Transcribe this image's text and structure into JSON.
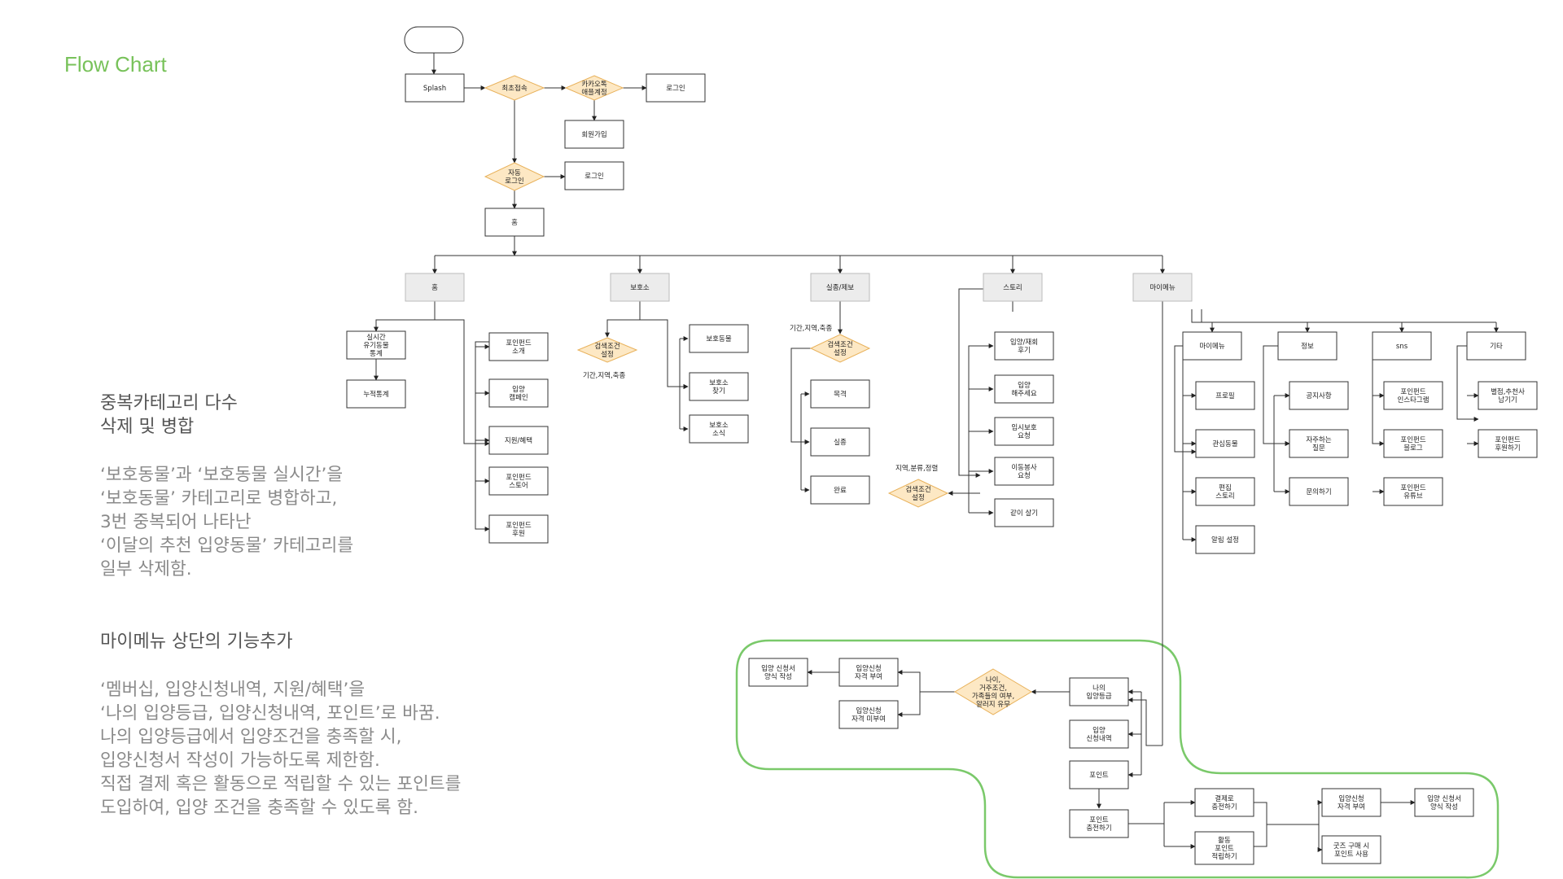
{
  "page": {
    "title": "Flow Chart"
  },
  "notes": [
    {
      "heading": "중복카테고리 다수\n삭제 및 병합",
      "body": "‘보호동물’과 ‘보호동물 실시간’을\n‘보호동물’ 카테고리로 병합하고,\n3번 중복되어 나타난\n‘이달의 추천 입양동물’ 카테고리를\n일부 삭제함."
    },
    {
      "heading": "마이메뉴 상단의 기능추가",
      "body": "‘멤버십, 입양신청내역, 지원/혜택’을\n‘나의 입양등급, 입양신청내역, 포인트’로 바꿈.\n나의 입양등급에서 입양조건을 충족할 시,\n입양신청서 작성이 가능하도록 제한함.\n직접 결제 혹은 활동으로 적립할 수 있는 포인트를\n도입하여, 입양 조건을 충족할 수 있도록 함."
    }
  ],
  "colors": {
    "accent": "#78c25a",
    "decision_fill": "#fde8c4",
    "decision_stroke": "#e8b15a",
    "highlight_outline": "#7ac96a",
    "category_fill": "#ececec"
  },
  "flow": {
    "start": "",
    "splash": "Splash",
    "first_access": "최초접속",
    "kakao": "카카오톡\n애플계정",
    "login": "로그인",
    "signup": "회원가입",
    "auto_login": "자동\n로그인",
    "login2": "로그인",
    "home": "홈",
    "categories": [
      "홈",
      "보호소",
      "실종/제보",
      "스토리",
      "마이메뉴"
    ],
    "home_children": [
      "실시간\n유기동물\n통계",
      "누적통계",
      "포인펀드\n소개",
      "입양\n캠페인",
      "지원/혜택",
      "포인펀드\n스토어",
      "포인펀드\n후원"
    ],
    "shelter_decision": "검색조건\n설정",
    "shelter_decision_label": "기간,지역,축종",
    "shelter_children": [
      "보호동물",
      "보호소\n찾기",
      "보호소\n소식"
    ],
    "missing_label": "기간,지역,축종",
    "missing_decision": "검색조건\n설정",
    "missing_children": [
      "목격",
      "실종",
      "완료"
    ],
    "story_children": [
      "입양/재회\n후기",
      "입양\n해주세요",
      "임시보호\n요청",
      "이동봉사\n요청",
      "같이 살기"
    ],
    "story_decision": "검색조건\n설정",
    "story_decision_label": "지역,분류,정렬",
    "mymenu_groups": [
      "마이메뉴",
      "정보",
      "sns",
      "기타"
    ],
    "mymenu_children": [
      "프로필",
      "관심동물",
      "편집\n스토리",
      "알림 설정"
    ],
    "info_children": [
      "공지사항",
      "자주하는\n질문",
      "문의하기"
    ],
    "sns_children": [
      "포인펀드\n인스타그램",
      "포인펀드\n블로그",
      "포인펀드\n유튜브"
    ],
    "etc_children": [
      "별점,추천사\n남기기",
      "포인펀드\n후원하기"
    ],
    "grade_children": [
      "나의\n입양등급",
      "입양\n신청내역",
      "포인트"
    ],
    "grade_decision": "나이,\n거주조건,\n가족들의 여부,\n알러지 유무",
    "grade_results": [
      "입양신청\n자격 부여",
      "입양신청\n자격 미부여"
    ],
    "grade_final": "입양 신청서\n양식 작성",
    "point_charge": "포인트\n충전하기",
    "point_methods": [
      "결제로\n충전하기",
      "활동\n포인트\n적립하기"
    ],
    "point_results": [
      "입양신청\n자격 부여",
      "굿즈 구매 시\n포인트 사용"
    ],
    "point_final": "입양 신청서\n양식 작성"
  }
}
